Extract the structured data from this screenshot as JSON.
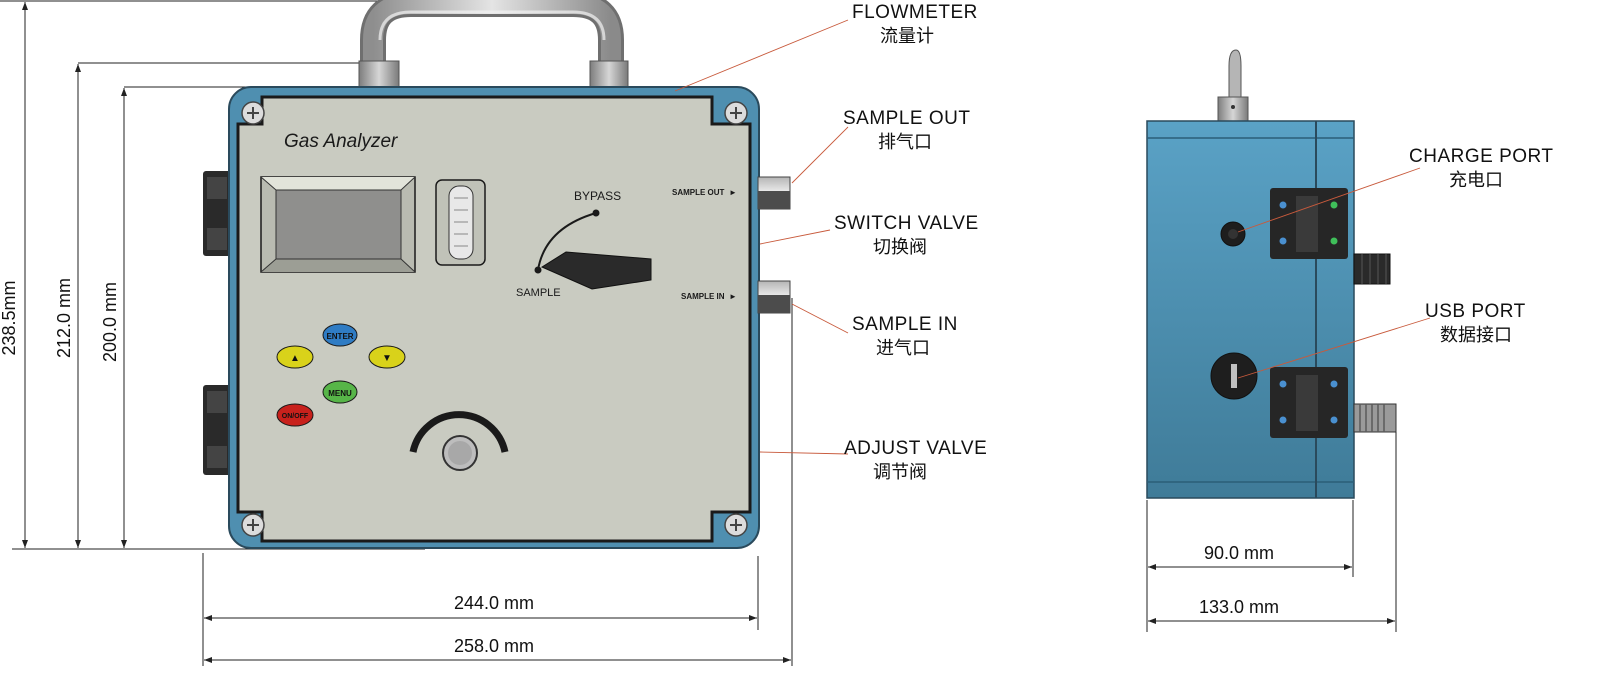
{
  "panel": {
    "brand_label": "Gas Analyzer",
    "bypass_label": "BYPASS",
    "sample_label": "SAMPLE",
    "sample_out_port_label": "SAMPLE OUT",
    "sample_in_port_label": "SAMPLE IN",
    "buttons": {
      "enter": "ENTER",
      "menu": "MENU",
      "onoff": "ON/OFF",
      "up": "▲",
      "down": "▼"
    }
  },
  "callouts": {
    "flowmeter": {
      "en": "FLOWMETER",
      "cn": "流量计"
    },
    "sample_out": {
      "en": "SAMPLE OUT",
      "cn": "排气口"
    },
    "switch_valve": {
      "en": "SWITCH VALVE",
      "cn": "切换阀"
    },
    "sample_in": {
      "en": "SAMPLE IN",
      "cn": "进气口"
    },
    "adjust_valve": {
      "en": "ADJUST VALVE",
      "cn": "调节阀"
    },
    "charge_port": {
      "en": "CHARGE PORT",
      "cn": "充电口"
    },
    "usb_port": {
      "en": "USB PORT",
      "cn": "数据接口"
    }
  },
  "dimensions": {
    "height_total": "238.5mm",
    "height_body": "212.0 mm",
    "height_panel": "200.0 mm",
    "width_body": "244.0 mm",
    "width_total": "258.0 mm",
    "depth_body": "90.0 mm",
    "depth_total": "133.0 mm"
  },
  "colors": {
    "body_blue": "#4f8fb0",
    "panel_face": "#c9cbc1",
    "enter_button": "#2f7cc4",
    "menu_button": "#57b548",
    "onoff_button": "#c8211c",
    "arrow_button": "#d9d21a"
  }
}
